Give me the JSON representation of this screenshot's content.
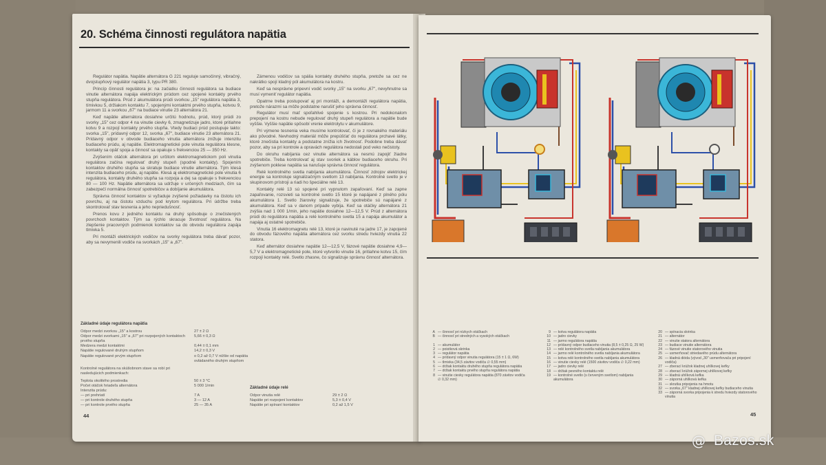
{
  "left_page": {
    "title": "20. Schéma činnosti regulátora napätia",
    "page_number": "44",
    "column1": [
      "Regulátor napätia. Napätie alternátora G 221 reguluje samočinný, vibračný, dvojstupňový regulátor napätia 3, typu PR 380.",
      "Princíp činnosti regulátora je: na začiatku činnosti regulátora sa budiace vinutie alternátora napája elektrickým prúdom cez spojené kontakty prvého stupňa regulátora. Prúd z akumulátora prúdi svorkou „15\" regulátora napätia 3, tímivkou 5, držiakom kontaktu 7, spojenými kontaktmi prvého stupňa, kotvou 9, jarmom 11 a svorkou „67\" na budiace vinutie 23 alternátora 21.",
      "Keď napätie alternátora dosiahne určitú hodnotu, prúd, ktorý prúdi zo svorky „15\" cez odpor 4 na vinutie cievky 6, zmagnetizuje jadro, ktoré pritiahne kotvu 9 a rozpojí kontakty prvého stupňa. Vtedy budiaci prúd postupuje takto: svorka „15\", prídavný odpor 12, svorka „67\", budiace vinutie 23 alternátora 21. Prídavný odpor v obvode budiaceho vinutia alternátora znižuje intenzitu budiaceho prúdu, aj napätie. Elektromagnetické pole vinutia regulátora klesne, kontakty sa opäť spoja a činnosť sa opakuje s frekvenciou 25 — 350 Hz.",
      "Zvýšením otáčok alternátora pri určitom elektromagnetickom poli vinutia regulátora začína regulovať druhý stupeň (spodné kontakty). Spojením kontaktov druhého stupňa sa skratuje budiace vinutie alternátora. Tým klesá intenzita budiaceho prúdu, aj napätie. Klesá aj elektromagnetické pole vinutia 6 regulátora, kontakty druhého stupňa sa rozpoja a dej sa opakuje s frekvenciou 80 — 100 Hz. Napätie alternátora sa udržuje v určených medziach, čím sa zabezpečí normálna činnosť spotrebičov a dobíjanie akumulátora.",
      "Správna činnosť kontaktov si vyžaduje zvýšené požiadavky na čistotu ich povrchu, aj na čistotu vzduchu pod krytom regulátora. Pri údržbe treba skontrolovať stav tesnenia a jeho nepriedušnosť.",
      "Prenos kovu z jedného kontaktu na druhý spôsobuje o znečistených povrchoch kontaktov. Tým sa rýchlo skracuje životnosť regulátora. Na zlepšenie pracovných podmienok kontaktov sa do obvodu regulátora zapája tlmivka 5.",
      "Pri montáži elektrických vodičov na svorky regulátora treba dávať pozor, aby sa nevymenili vodiče na svorkách „15\" a „67\"."
    ],
    "column2": [
      "Zámenou vodičov sa spália kontakty druhého stupňa, pretože sa cez ne nakrátko spojí kladný pól akumulátora na kostru.",
      "Keď sa nesprávne pripevní vodič svorky „15\" na svorku „67\", nevyhnutne sa musí vymeniť regulátor napätia.",
      "Opatrne treba postupovať aj pri montáži, a demontáži regulátora napätia, pretože nárazmi sa môže podstatne narušiť jeho správna činnosť.",
      "Regulátor musí mať spoľahlivé spojenie s kostrou. Pri nedokonalom prepojení na kostru nebude regulovať druhý stupeň regulátora a napätie bude vyššie. Vyššie napätie spôsobí vrenie elektrolytu v akumulátore.",
      "Pri výmene tesnenia veka musíme kontrolovať, či je z rovnakého materiálu ako pôvodné. Nevhodný materiál môže prepúšťať do regulátora prchavé látky, ktoré znečistia kontakty a podstatne znížia ich životnosť. Podobne treba dávať pozor, aby sa pri kontrole a opravách regulátora nedostali pod veko nečistoty.",
      "Do okruhu nabíjania cez vinutie alternátora sa nesmú zapojiť žiadne spotrebiče. Treba kontrolovať aj stav svoriek a káblov budiaceho okruhu. Pri zvýšenom poklese napätia sa narušuje správna činnosť regulátora.",
      "Relé kontrolného svetla nabíjania akumulátora. Činnosť zdrojov elektrickej energie sa kontroluje signalizačným svetlom 13 nabíjania. Kontrolné svetlo je v skupinovom prístroji a riadi ho špeciálne relé 13.",
      "Kontakty relé 13 sú spojené pri vypnutom zapaľovaní. Keď sa zapne zapaľovanie, rozsvieti sa kontrolné svetlo 15 ktoré je napájané z plného pólu akumulátora 1. Svetlo žiarovky signalizuje, že spotrebiče sú napájané z akumulátora. Keď sa v danom prípade vybíja. Keď sa otáčky alternátora 21 zvýšia nad 1 000 1/min, jeho napätie dosiahne 12—12,5 V. Prúd z alternátora prúdi do regulátora napätia a relé kontrolného svetla 15 a napája akumulátor a napája aj ostatné spotrebiče.",
      "Vinutia 16 elektromagnetu relé 13, ktoré je navinuté na jadre 17, je zapojené do obvodu fázového napätia alternátora cez svorku stredu hviezdy vinutia 22 statora.",
      "Keď alternátor dosiahne napätie 12—12,5 V, fázové napätie dosiahne 4,9—5,7 V a elektromagnetické pole, ktoré vytvorilo vinutie 16, pritiahne kotvu 15, čím rozpojí kontakty relé. Svetlo zhasne, čo signalizuje správnu činnosť alternátora."
    ],
    "spec_regulator": {
      "heading": "Základné údaje regulátora napätia",
      "rows": [
        [
          "Odpor medzi svorkou „15\" a kostrou",
          "27 ± 2 Ω"
        ],
        [
          "Odpor medzi svorkami „15\" a „67\" pri rozpojených kontaktoch prvého stupňa",
          "5,66 ± 0,3 Ω"
        ],
        [
          "Medzera medzi kontaktmi",
          "0,44 ± 0,1 mm"
        ],
        [
          "Napätie regulované druhým stupňom",
          "14,2 ± 0,3 V"
        ],
        [
          "Napätie regulované prvým stupňom",
          "o 0,2 až 0,7 V nižšie od napätia ovládaného druhým stupňom"
        ],
        [
          "",
          ""
        ],
        [
          "Kontrolné regulátora na skúšobnom stave sa robí pri nasledujúcich podmienkach:",
          ""
        ],
        [
          "",
          ""
        ],
        [
          "Teplota okolitého prostredia",
          "50 ± 3 °C"
        ],
        [
          "Počet otáčok hriadeľa alternátora",
          "5 000 1/min"
        ],
        [
          "Intenzita prúdu:",
          ""
        ],
        [
          "— pri prehriatí",
          "7 A"
        ],
        [
          "— pri kontrole druhého stupňa",
          "3 — 12 A"
        ],
        [
          "— pri kontrole prvého stupňa",
          "25 — 35 A"
        ]
      ]
    },
    "spec_relay": {
      "heading": "Základné údaje relé",
      "rows": [
        [
          "Odpor vinutia relé",
          "29 ± 2 Ω"
        ],
        [
          "Napätie pri rozpojení kontaktov",
          "5,3 ± 0,4 V"
        ],
        [
          "Napätie pri spínaní kontaktov",
          "0,2 až 1,5 V"
        ]
      ]
    }
  },
  "right_page": {
    "page_number": "45",
    "legend_ab": [
      [
        "A",
        "— činnosť pri nízkych otáčkach"
      ],
      [
        "B",
        "— činnosť pri stredných a vysokých otáčkach"
      ]
    ],
    "legend_col1": [
      [
        "1",
        "— akumulátor"
      ],
      [
        "2",
        "— poistková skrinka"
      ],
      [
        "3",
        "— regulátor napätia"
      ],
      [
        "4",
        "— prídavný odpor vinutia regulátora (15 ± 1 Ω, 6W)"
      ],
      [
        "5",
        "— tlmivka (34,5 závitov vodiča ∅ 0,55 mm)"
      ],
      [
        "6",
        "— držiak kontaktu druhého stupňa regulátora napätia"
      ],
      [
        "7",
        "— držiak kontaktu prvého stupňa regulátora napätia"
      ],
      [
        "8",
        "— vinutie cievky regulátora napätia (870 závitov vodiča ∅ 0,32 mm)"
      ]
    ],
    "legend_col2": [
      [
        "9",
        "— kotva regulátora napätia"
      ],
      [
        "10",
        "— jadro cievky"
      ],
      [
        "11",
        "— jarmo regulátora napätia"
      ],
      [
        "12",
        "— prídavný odpor budiaceho vinutia (8,5 ± 0,25 Ω, 25 W)"
      ],
      [
        "13",
        "— relé kontrolného svetla nabíjania akumulátora"
      ],
      [
        "14",
        "— jarmo relé kontrolného svetla nabíjania akumulátora"
      ],
      [
        "15",
        "— kotva relé kontrolného svetla nabíjania akumulátora"
      ],
      [
        "16",
        "— vinutie cievky relé (1500 závitov vodiča ∅ 0,22 mm)"
      ],
      [
        "17",
        "— jadro cievky relé"
      ],
      [
        "18",
        "— držiak pevného kontaktu relé"
      ],
      [
        "19",
        "— kontrolné svetlo (s červeným svetlom) nabíjania akumulátora"
      ]
    ],
    "legend_col3": [
      [
        "20",
        "— spínacia skrinka"
      ],
      [
        "21",
        "— alternátor"
      ],
      [
        "22",
        "— vinutie statora alternátora"
      ],
      [
        "23",
        "— budiace vinutie alternátora"
      ],
      [
        "24",
        "— fázové vinutie statorového vinutia"
      ],
      [
        "25",
        "— usmerňovač striedavého prúdu alternátora"
      ],
      [
        "26",
        "— kladná dióda (vývod „30\" usmerňovača pri pripojení vodiča)"
      ],
      [
        "27",
        "— zberací krúžok kladnej uhlíkovej kefky"
      ],
      [
        "28",
        "— zberací krúžok zápornej uhlíkovej kefky"
      ],
      [
        "29",
        "— kladná uhlíková kefka"
      ],
      [
        "30",
        "— záporná uhlíková kefka"
      ],
      [
        "31",
        "— skrutka pripojenia na hmotu"
      ],
      [
        "32",
        "— svorka „67\" kladnej uhlíkovej kefky budiaceho vinutia"
      ],
      [
        "33",
        "— záporná svorka pripojenia k stredu hviezdy statorového vinutia"
      ]
    ]
  },
  "watermark": "Bazos.sk",
  "colors": {
    "page": "#eae6dc",
    "diagram_cyan": "#3bb6d8",
    "diagram_red": "#c8332c",
    "diagram_blue": "#2c4fa8",
    "diagram_yellow": "#e9c21f"
  }
}
